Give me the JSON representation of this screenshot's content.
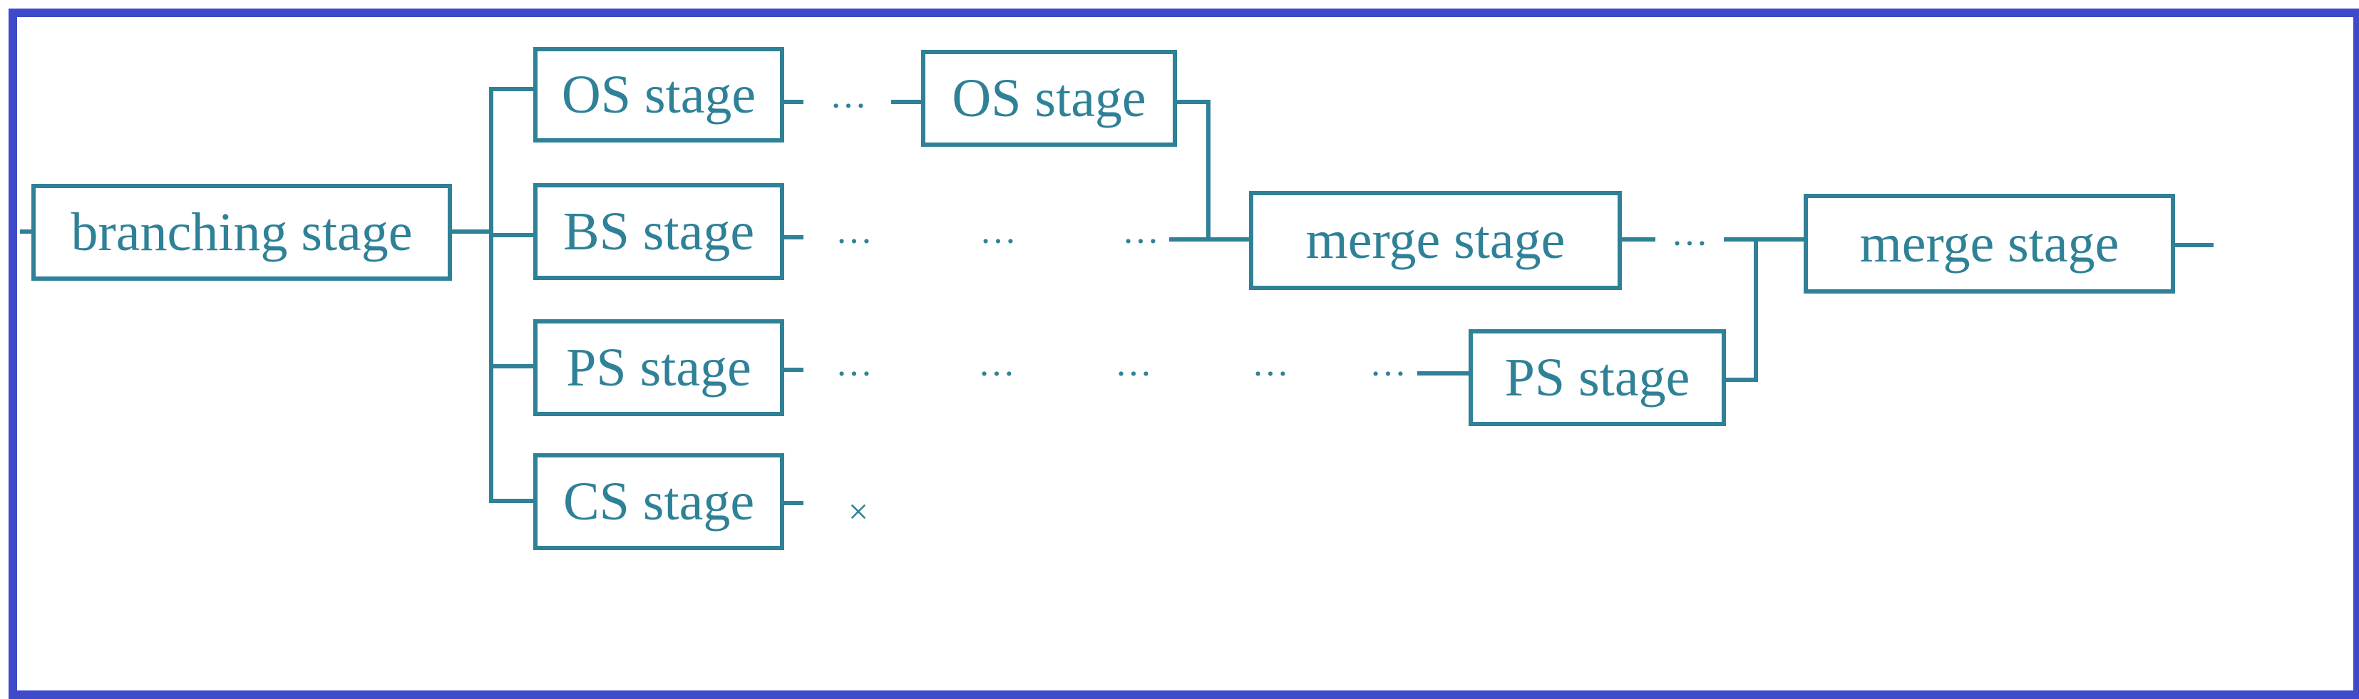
{
  "diagram": {
    "boxes": {
      "branching": "branching stage",
      "os_1": "OS stage",
      "os_2": "OS stage",
      "bs": "BS stage",
      "ps_1": "PS stage",
      "ps_2": "PS stage",
      "cs": "CS stage",
      "merge_1": "merge stage",
      "merge_2": "merge stage"
    },
    "ellipsis": "…",
    "terminated_marker": "×"
  },
  "colors": {
    "stroke": "#2f8197",
    "text": "#2f8197",
    "frame": "#3f4acb"
  }
}
